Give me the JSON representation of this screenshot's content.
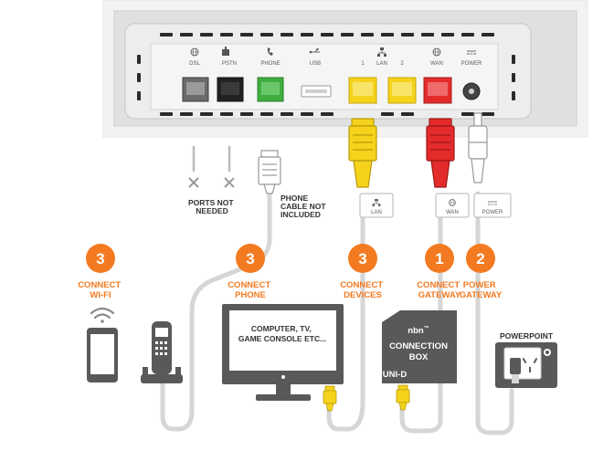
{
  "router": {
    "ports": [
      {
        "key": "dsl",
        "label": "DSL",
        "icon": "globe-icon"
      },
      {
        "key": "pstn",
        "label": "PSTN",
        "icon": "building-icon"
      },
      {
        "key": "phone",
        "label": "PHONE",
        "icon": "phone-icon"
      },
      {
        "key": "usb",
        "label": "USB",
        "icon": "usb-icon"
      },
      {
        "key": "lan",
        "label": "LAN",
        "icon": "network-icon",
        "sublabels": [
          "1",
          "2"
        ]
      },
      {
        "key": "wan",
        "label": "WAN",
        "icon": "globe-icon"
      },
      {
        "key": "power",
        "label": "POWER",
        "icon": "power-dc-icon"
      }
    ]
  },
  "ports_not_needed": "PORTS NOT\nNEEDED",
  "phone_cable_note": "PHONE\nCABLE NOT\nINCLUDED",
  "cable_tags": {
    "lan": "LAN",
    "wan": "WAN",
    "power": "POWER"
  },
  "steps": [
    {
      "key": "wifi",
      "number": "3",
      "label": "CONNECT\nWI-FI"
    },
    {
      "key": "phone",
      "number": "3",
      "label": "CONNECT\nPHONE"
    },
    {
      "key": "devices",
      "number": "3",
      "label": "CONNECT\nDEVICES"
    },
    {
      "key": "gateway",
      "number": "1",
      "label": "CONNECT\nGATEWAY"
    },
    {
      "key": "power",
      "number": "2",
      "label": "POWER\nGATEWAY"
    }
  ],
  "devices": {
    "monitor_text": "COMPUTER, TV,\nGAME CONSOLE ETC...",
    "nbn_box": {
      "brand": "nbn",
      "tm": "™",
      "line1": "CONNECTION",
      "line2": "BOX",
      "port": "UNI-D"
    },
    "powerpoint_label": "POWERPOINT"
  },
  "colors": {
    "orange": "#f37a20",
    "yellow": "#f5d31c",
    "red": "#e42b2b",
    "green": "#3fae3f",
    "device_gray": "#595959",
    "cable_gray": "#d6d6d6"
  }
}
